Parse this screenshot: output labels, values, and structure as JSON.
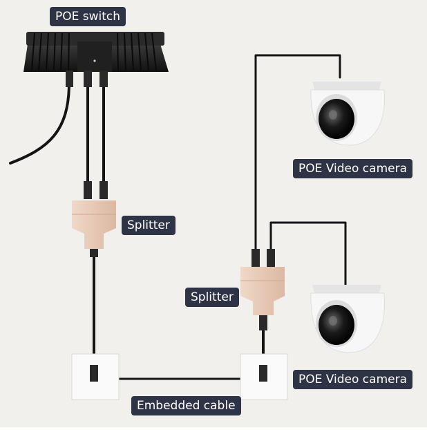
{
  "labels": {
    "poe_switch": "POE switch",
    "splitter_left": "Splitter",
    "splitter_right": "Splitter",
    "camera_top": "POE Video camera",
    "camera_bottom": "POE Video camera",
    "embedded_cable": "Embedded cable"
  },
  "colors": {
    "background": "#f1f0ec",
    "label_bg": "#2f3346",
    "cable": "#141414",
    "splitter": "#e8cbb8",
    "switch_body": "#1c1c1c",
    "camera_body": "#f6f6f6",
    "wall_plate": "#fafafa"
  }
}
